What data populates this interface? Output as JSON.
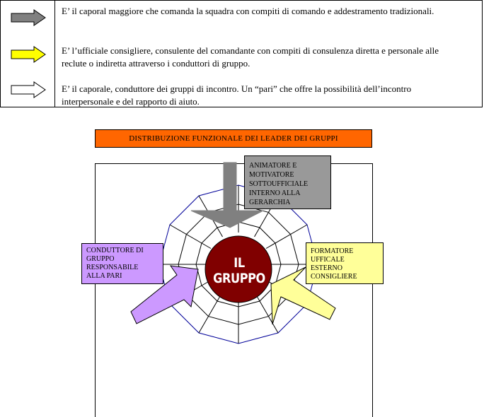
{
  "legend": {
    "rows": [
      {
        "arrow_color": "#808080",
        "icon": "gray-arrow-icon",
        "text": "E’ il caporal maggiore che comanda la squadra con compiti di comando e addestramento tradizionali."
      },
      {
        "arrow_color": "#ffff00",
        "icon": "yellow-arrow-icon",
        "text": "E’ l’ufficiale consigliere, consulente del comandante con compiti di consulenza diretta e personale alle reclute o indiretta attraverso i conduttori di gruppo."
      },
      {
        "arrow_color": "#ffffff",
        "icon": "white-arrow-icon",
        "text": "E’ il caporale, conduttore dei gruppi di incontro. Un “pari” che offre la possibilità dell’incontro interpersonale e del rapporto di aiuto."
      }
    ]
  },
  "diagram": {
    "title": "DISTRIBUZIONE FUNZIONALE DEI LEADER DEI GRUPPI",
    "title_color": "#ff6600",
    "center": {
      "label": "IL GRUPPO",
      "color": "#800000"
    },
    "web_color": "#000099",
    "boxes": {
      "animatore": {
        "lines": [
          "ANIMATORE E",
          "MOTIVATORE",
          "SOTTOUFFICIALE",
          "INTERNO ALLA",
          "GERARCHIA"
        ],
        "color": "#999999"
      },
      "conduttore": {
        "lines": [
          "CONDUTTORE DI",
          "GRUPPO",
          "RESPONSABILE",
          "ALLA PARI"
        ],
        "color": "#cc99ff"
      },
      "formatore": {
        "lines": [
          "FORMATORE",
          "UFFICALE",
          "ESTERNO",
          "CONSIGLIERE"
        ],
        "color": "#ffff99"
      }
    },
    "arrows": {
      "top": {
        "color": "#808080"
      },
      "left": {
        "color": "#cc99ff"
      },
      "right": {
        "color": "#ffff99"
      }
    }
  }
}
